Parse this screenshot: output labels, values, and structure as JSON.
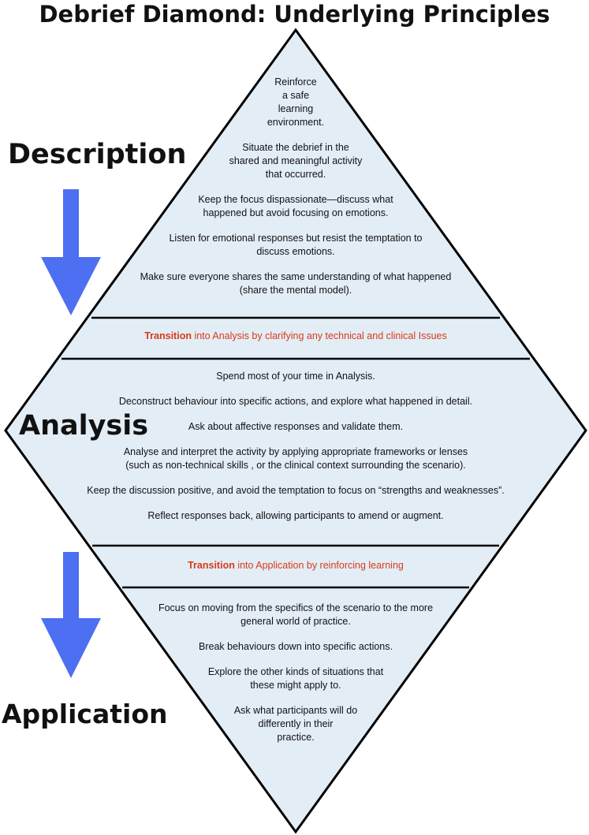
{
  "title": "Debrief Diamond: Underlying Principles",
  "colors": {
    "diamond_fill": "#e3edf6",
    "arrow": "#4d6ff2",
    "transition_text": "#d93a1a",
    "outline": "#000000"
  },
  "stages": {
    "description": "Description",
    "analysis": "Analysis",
    "application": "Application"
  },
  "description_items": [
    "Reinforce\na safe\nlearning\nenvironment.",
    "Situate the debrief in the\nshared and meaningful activity\nthat occurred.",
    "Keep the focus dispassionate—discuss what\nhappened but avoid focusing on emotions.",
    "Listen for emotional responses but resist the temptation to\ndiscuss emotions.",
    "Make sure everyone shares the same understanding of what happened\n(share the mental model)."
  ],
  "transition_1": {
    "keyword": "Transition",
    "rest": " into Analysis by clarifying any technical and clinical Issues"
  },
  "analysis_items": [
    "Spend most of your time in Analysis.",
    "Deconstruct behaviour into specific actions, and explore what happened in detail.",
    "Ask about affective responses and validate them.",
    "Analyse and interpret the activity by applying appropriate frameworks or lenses\n(such as non-technical skills , or the clinical context surrounding the scenario).",
    "Keep the discussion positive, and avoid the temptation to focus on “strengths and weaknesses”.",
    "Reflect responses back, allowing participants to amend or augment."
  ],
  "transition_2": {
    "keyword": "Transition",
    "rest": " into Application by reinforcing learning"
  },
  "application_items": [
    "Focus on moving from the specifics of the scenario to the more\ngeneral world of practice.",
    "Break behaviours down into specific actions.",
    "Explore the other kinds of situations that\nthese might apply to.",
    "Ask what participants will do\ndifferently in their\npractice."
  ]
}
